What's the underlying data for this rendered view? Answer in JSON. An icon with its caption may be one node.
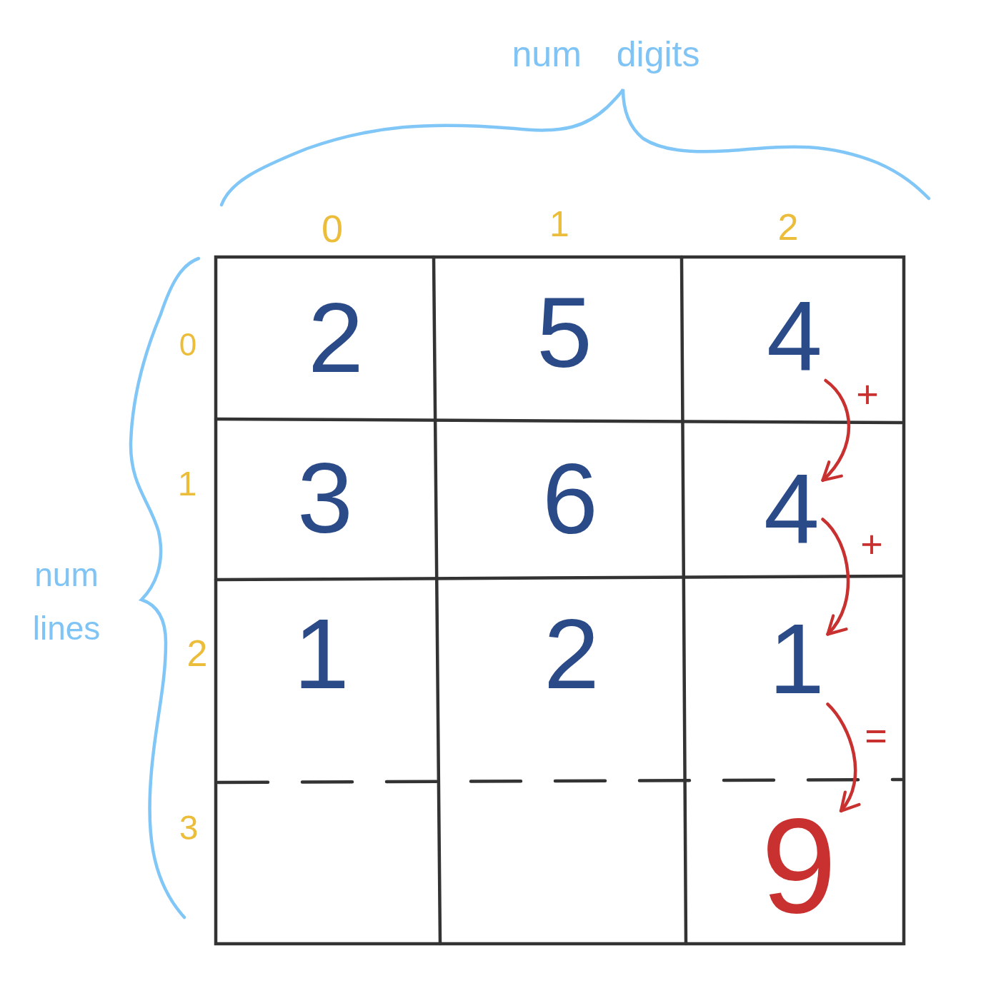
{
  "diagram": {
    "nodes": [
      {
        "text": [
          "2"
        ]
      },
      {
        "text": [
          "5"
        ]
      },
      {
        "text": [
          "4"
        ]
      },
      {
        "text": [
          "3"
        ]
      },
      {
        "text": [
          "6"
        ]
      },
      {
        "text": [
          "4"
        ]
      },
      {
        "text": [
          "1"
        ]
      },
      {
        "text": [
          "2"
        ]
      },
      {
        "text": [
          "1"
        ]
      },
      {
        "text": [
          "9"
        ]
      }
    ],
    "edges": [
      {
        "from": 2,
        "to": 5,
        "arrow": "to",
        "label": "+"
      },
      {
        "from": 5,
        "to": 8,
        "arrow": "to",
        "label": "+"
      },
      {
        "from": 8,
        "to": 9,
        "arrow": "to",
        "label": "="
      }
    ],
    "labels": [
      "num digits",
      "0",
      "1",
      "2",
      "0",
      "1",
      "num lines",
      "2",
      "3"
    ]
  }
}
